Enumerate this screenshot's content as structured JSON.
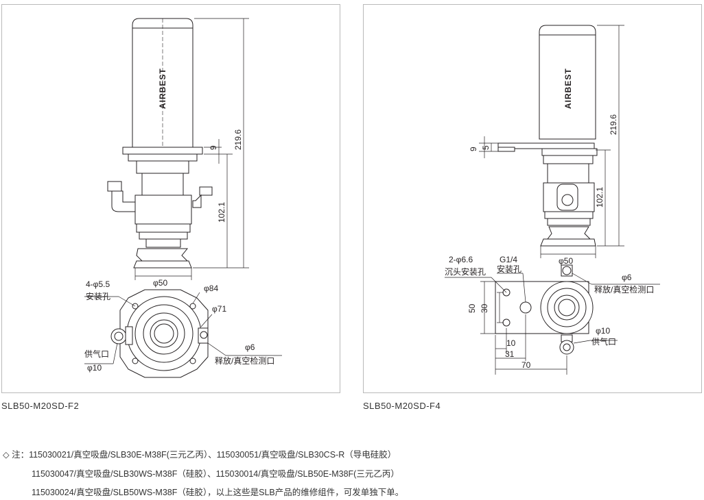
{
  "left": {
    "caption": "SLB50-M20SD-F2",
    "brand": "AIRBEST",
    "dims": {
      "height_total": "219.6",
      "height_lower": "102.1",
      "flange": "9",
      "diameter_cup": "φ50"
    },
    "top_view": {
      "holes": "4-φ5.5",
      "holes_note": "安装孔",
      "d84": "φ84",
      "d71": "φ71",
      "port_d": "φ6",
      "port_note": "释放/真空检测口",
      "supply_note": "供气口",
      "supply_d": "φ10"
    }
  },
  "right": {
    "caption": "SLB50-M20SD-F4",
    "brand": "AIRBEST",
    "dims": {
      "height_total": "219.6",
      "height_lower": "102.1",
      "flange": "9",
      "flange_inner": "5",
      "diameter_cup": "φ50"
    },
    "top_view": {
      "holes": "2-φ6.6",
      "holes_note": "沉头安装孔",
      "thread": "G1/4",
      "thread_note": "安装孔",
      "port_d": "φ6",
      "port_note": "释放/真空检测口",
      "supply_d": "φ10",
      "supply_note": "供气口",
      "h50": "50",
      "h30": "30",
      "w10": "10",
      "w31": "31",
      "w70": "70"
    }
  },
  "notes": [
    "◇ 注：115030021/真空吸盘/SLB30E-M38F(三元乙丙）、115030051/真空吸盘/SLB30CS-R（导电硅胶）",
    "115030047/真空吸盘/SLB30WS-M38F（硅胶）、115030014/真空吸盘/SLB50E-M38F(三元乙丙）",
    "115030024/真空吸盘/SLB50WS-M38F（硅胶），以上这些是SLB产品的维修组件，可发单独下单。"
  ]
}
